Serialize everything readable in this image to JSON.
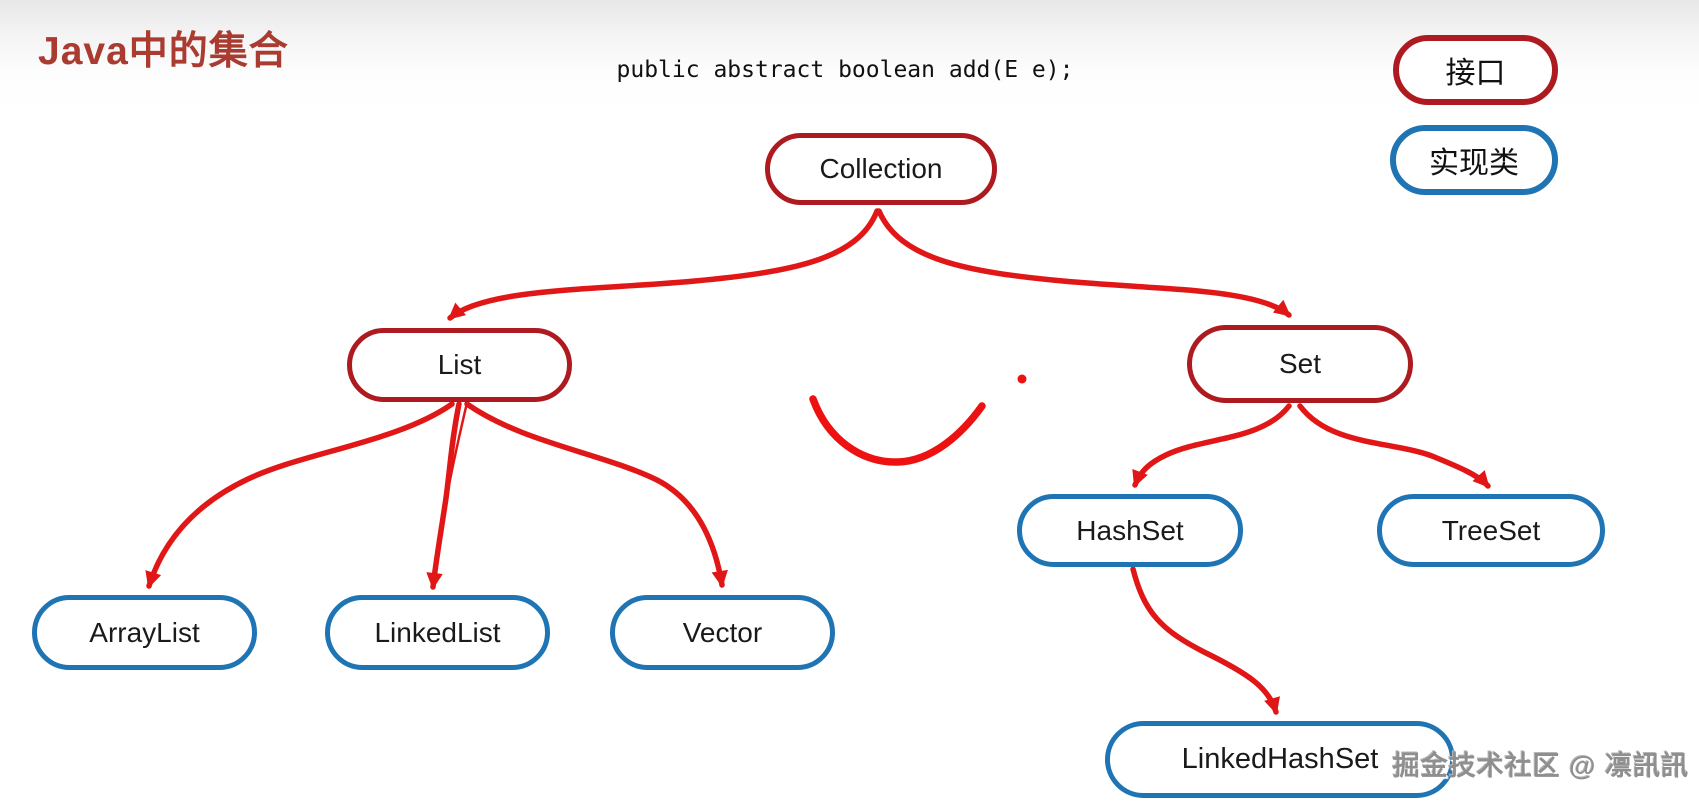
{
  "title": "Java中的集合",
  "code_snippet": "public abstract boolean add(E e);",
  "legend": {
    "interface_label": "接口",
    "class_label": "实现类"
  },
  "watermark": "掘金技术社区 @ 凛訊訊",
  "colors": {
    "title": "#a93b30",
    "interface_border": "#ad1a1f",
    "class_border": "#1f74b4",
    "arrow": "#e11717",
    "node_text": "#1a1a1a"
  },
  "diagram": {
    "nodes": [
      {
        "id": "collection",
        "label": "Collection",
        "kind": "interface"
      },
      {
        "id": "list",
        "label": "List",
        "kind": "interface"
      },
      {
        "id": "set",
        "label": "Set",
        "kind": "interface"
      },
      {
        "id": "arraylist",
        "label": "ArrayList",
        "kind": "class"
      },
      {
        "id": "linkedlist",
        "label": "LinkedList",
        "kind": "class"
      },
      {
        "id": "vector",
        "label": "Vector",
        "kind": "class"
      },
      {
        "id": "hashset",
        "label": "HashSet",
        "kind": "class"
      },
      {
        "id": "treeset",
        "label": "TreeSet",
        "kind": "class"
      },
      {
        "id": "linkedhashset",
        "label": "LinkedHashSet",
        "kind": "class"
      }
    ],
    "edges": [
      {
        "from": "Collection",
        "to": "List"
      },
      {
        "from": "Collection",
        "to": "Set"
      },
      {
        "from": "List",
        "to": "ArrayList"
      },
      {
        "from": "List",
        "to": "LinkedList"
      },
      {
        "from": "List",
        "to": "Vector"
      },
      {
        "from": "Set",
        "to": "HashSet"
      },
      {
        "from": "Set",
        "to": "TreeSet"
      },
      {
        "from": "HashSet",
        "to": "LinkedHashSet"
      }
    ]
  }
}
